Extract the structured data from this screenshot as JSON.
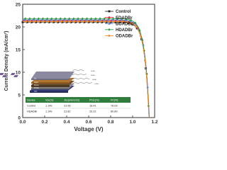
{
  "chart_data": {
    "type": "line",
    "xlabel": "Voltage (V)",
    "ylabel": "Current Density (mA/cm²)",
    "xlim": [
      0.0,
      1.2
    ],
    "ylim": [
      0,
      25
    ],
    "xticks": [
      "0.0",
      "0.2",
      "0.4",
      "0.6",
      "0.8",
      "1.0",
      "1.2"
    ],
    "yticks": [
      "0",
      "5",
      "10",
      "15",
      "20",
      "25"
    ],
    "grid": false,
    "legend_position": "top-right",
    "series": [
      {
        "name": "Control",
        "color": "#222222",
        "marker": "square",
        "jsc": 21.06,
        "voc": 1.149
      },
      {
        "name": "EDADBr",
        "color": "#e8262c",
        "marker": "circle",
        "jsc": 21.4,
        "voc": 1.152
      },
      {
        "name": "BDADBr",
        "color": "#5b7fd6",
        "marker": "triangle",
        "jsc": 21.55,
        "voc": 1.151
      },
      {
        "name": "HDADBr",
        "color": "#2e9a3e",
        "marker": "diamond",
        "jsc": 21.82,
        "voc": 1.149
      },
      {
        "name": "ODADBr",
        "color": "#f28c28",
        "marker": "circle",
        "jsc": 21.2,
        "voc": 1.148
      }
    ],
    "table": {
      "headers": [
        "Device",
        "Voc(V)",
        "Jsc(mA/cm2)",
        "PCE(%)",
        "FF(%)"
      ],
      "rows": [
        [
          "Control",
          "1.149",
          "21.06",
          "18.41",
          "76.03"
        ],
        [
          "HDADBr",
          "1.149",
          "21.82",
          "20.22",
          "80.89"
        ]
      ]
    },
    "inset": {
      "device_layers": [
        "Au",
        "Spiro",
        "Perov",
        "PTAA",
        "ITO"
      ],
      "molecules": [
        "EDAD",
        "BDAD",
        "HDAD",
        "ODAD"
      ]
    }
  }
}
